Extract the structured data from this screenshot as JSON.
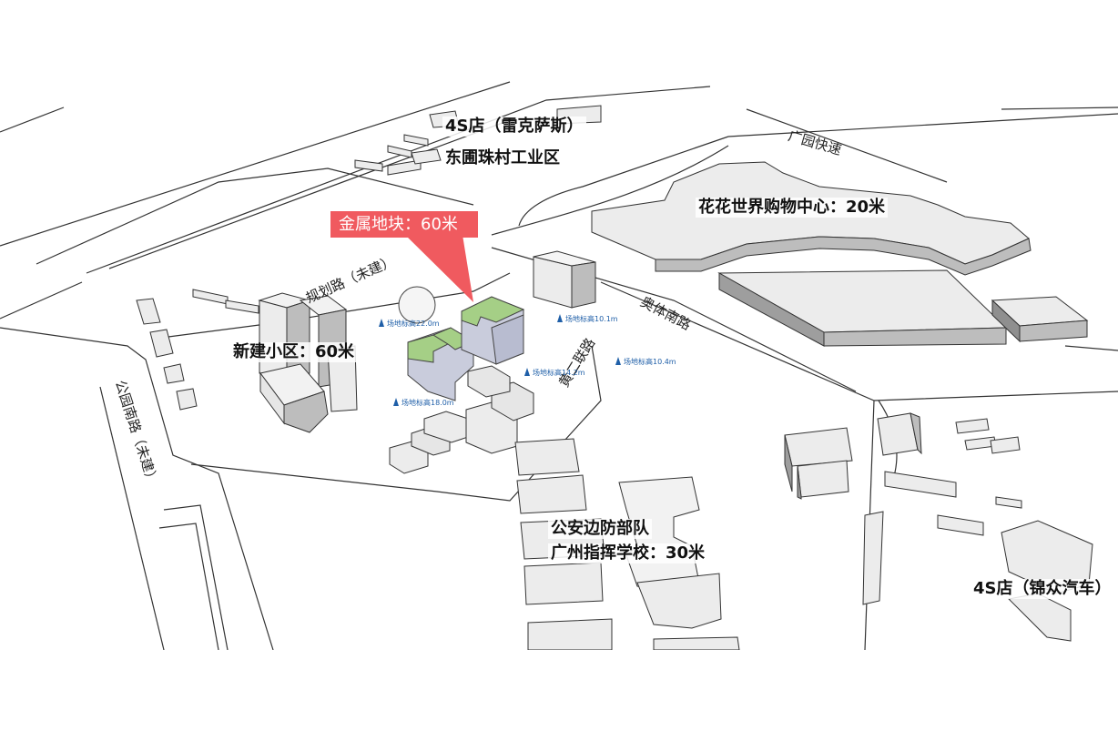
{
  "callout": {
    "label": "金属地块：60米",
    "color": "#f05a5f"
  },
  "labels": {
    "lexus": "4S店（雷克萨斯）",
    "dongpu": "东圃珠村工业区",
    "huahua": "花花世界购物中心：20米",
    "xinjian": "新建小区：60米",
    "police_line1": "公安边防部队",
    "police_line2": "广州指挥学校：30米",
    "jinzhong": "4S店（锦众汽车）"
  },
  "roads": {
    "guangyuan": "广园快速",
    "guihua": "规划路（未建）",
    "aoti": "奥体南路",
    "gongyuan": "公园南路（未建）",
    "huangerlu": "黄二联路"
  },
  "elevations": [
    {
      "text": "场地标高22.0m"
    },
    {
      "text": "场地标高10.1m"
    },
    {
      "text": "场地标高14.2m"
    },
    {
      "text": "场地标高10.4m"
    },
    {
      "text": "场地标高18.0m"
    }
  ],
  "colors": {
    "building_top": "#e8e8e8",
    "building_side": "#bdbdbd",
    "green_roof": "#a5cf86",
    "glass": "#c9ccdc",
    "marker": "#1f5fa8"
  }
}
